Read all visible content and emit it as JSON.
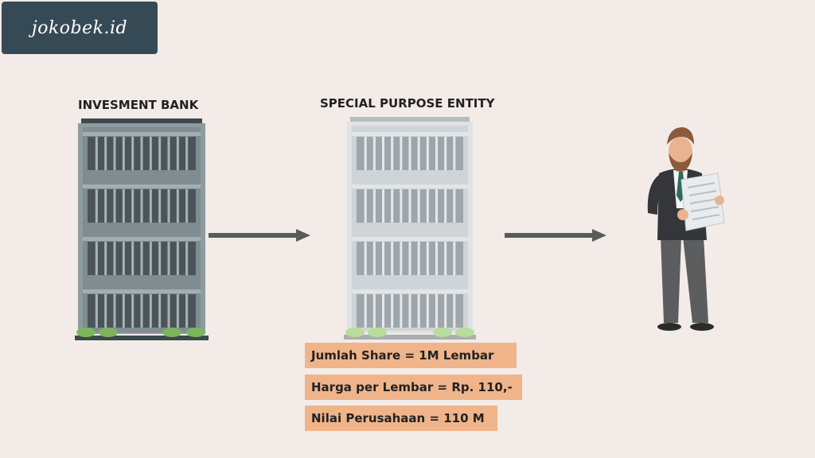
{
  "watermark": "jokobek.id",
  "nodes": {
    "bank_label": "INVESMENT BANK",
    "spe_label": "SPECIAL PURPOSE ENTITY"
  },
  "info": {
    "shares": "Jumlah Share =  1M Lembar",
    "price": "Harga per Lembar = Rp. 110,-",
    "value": "Nilai Perusahaan = 110 M"
  },
  "colors": {
    "background": "#f2ebe8",
    "watermark_bg": "#364a55",
    "arrow": "#5a5a5a",
    "info_box": "#f0b48a",
    "bank_building": "#8f9c9f",
    "spe_building": "#d6dbde"
  },
  "icons": [
    "bank-building-icon",
    "spe-building-icon",
    "arrow-right-icon",
    "investor-man-icon"
  ]
}
